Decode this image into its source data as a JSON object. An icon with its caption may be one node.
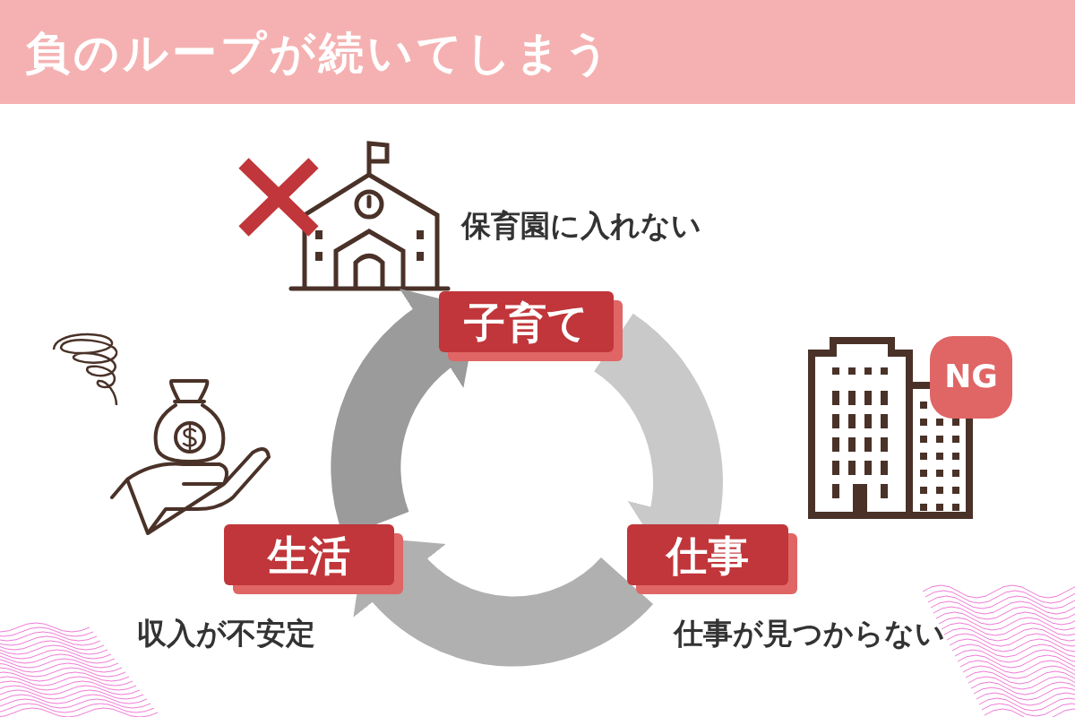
{
  "diagram": {
    "title": "負のループが続いてしまう",
    "nodes": [
      {
        "text": [
          "子育て"
        ],
        "beside": [
          "保育園に入れない"
        ]
      },
      {
        "text": [
          "仕事"
        ],
        "beside": [
          "仕事が見つからない"
        ]
      },
      {
        "text": [
          "生活"
        ],
        "beside": [
          "収入が不安定"
        ]
      },
      {
        "text": [
          "NG"
        ]
      }
    ],
    "edges": [
      {
        "from": 0,
        "to": 1,
        "arrow": "to",
        "color": "#c9c9c9"
      },
      {
        "from": 1,
        "to": 2,
        "arrow": "to",
        "color": "#b0b0b0"
      },
      {
        "from": 2,
        "to": 0,
        "arrow": "to",
        "color": "#9b9b9b"
      }
    ]
  }
}
